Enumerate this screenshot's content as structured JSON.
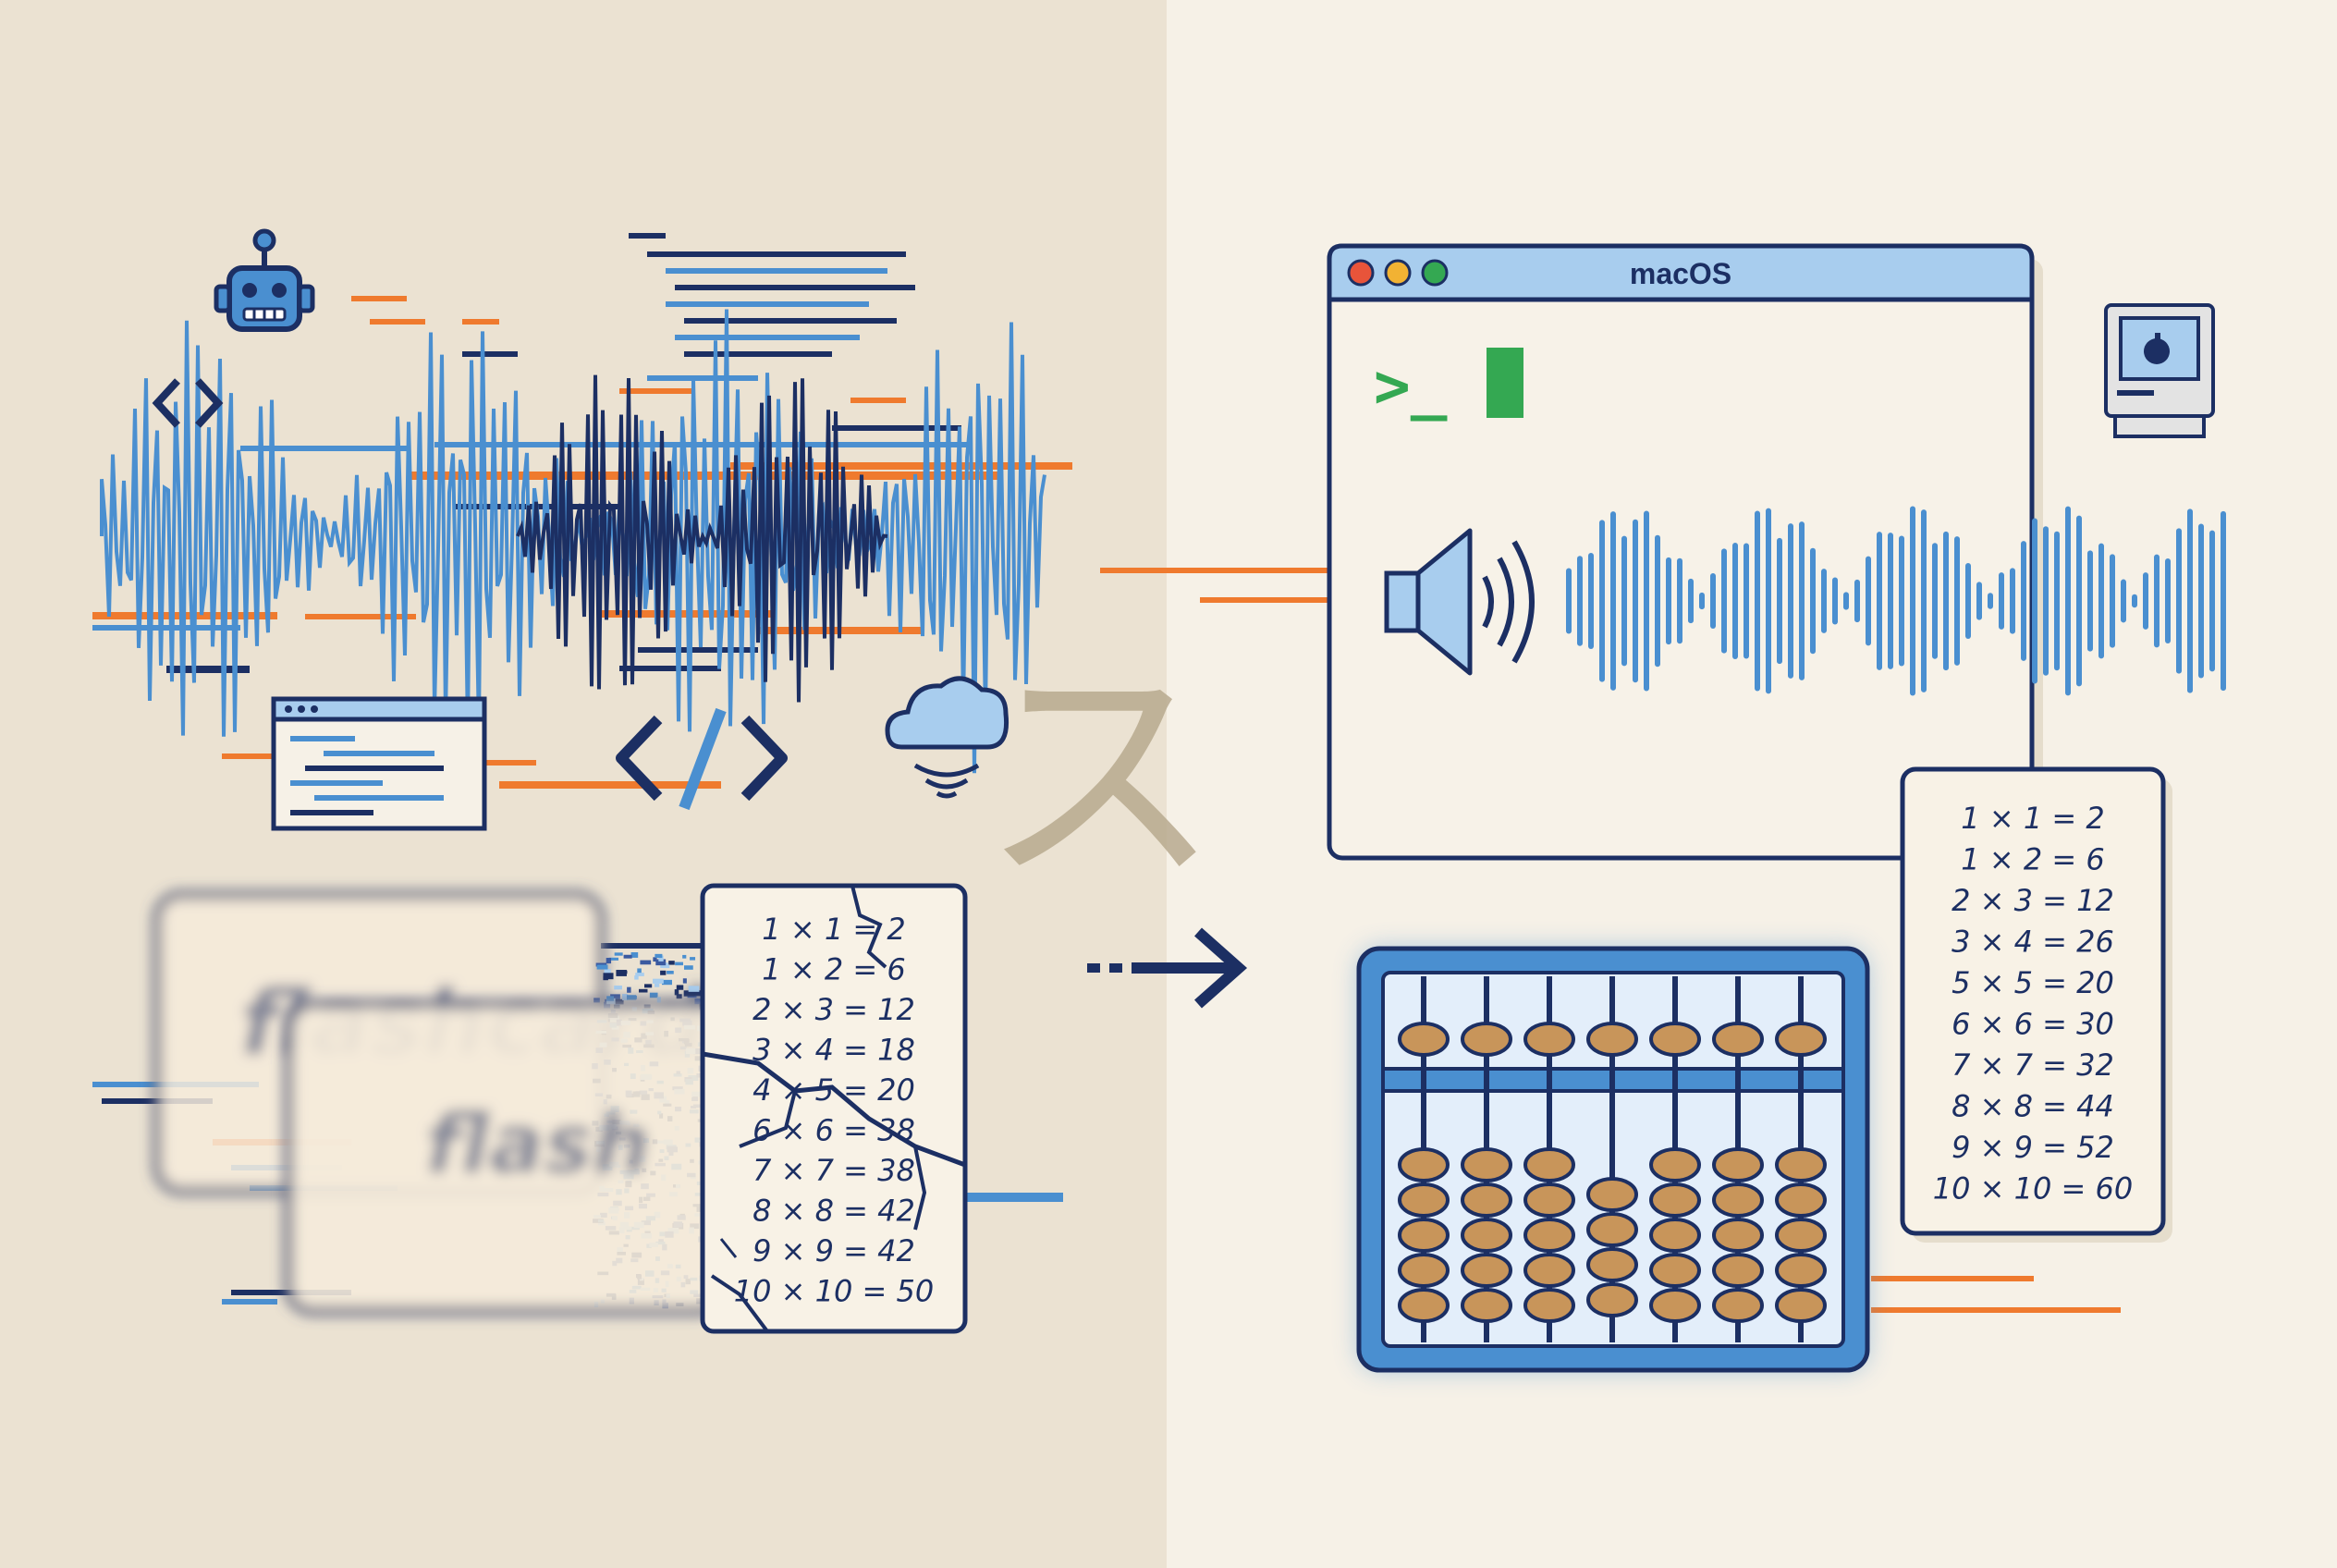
{
  "window": {
    "title": "macOS",
    "prompt": ">_",
    "traffic_lights": [
      "#e8543a",
      "#f2b233",
      "#34a852"
    ]
  },
  "icons": [
    "robot-icon",
    "code-brackets-icon",
    "code-slash-icon",
    "cloud-icon",
    "browser-window-icon",
    "speaker-icon",
    "retro-mac-icon",
    "abacus-icon",
    "arrow-right-icon"
  ],
  "kana": "ス",
  "flashcards": {
    "back_label": "flashcard",
    "front_label": "flash"
  },
  "cracked_table": {
    "rows": [
      "1 × 1 = 2",
      "1 × 2 = 6",
      "2 × 3 = 12",
      "3 × 4 = 18",
      "4 × 5 = 20",
      "6 × 6 = 38",
      "7 × 7 = 38",
      "8 × 8 = 42",
      "9 × 9 = 42",
      "10 × 10 = 50"
    ]
  },
  "right_table": {
    "rows": [
      "1 × 1 = 2",
      "1 × 2 = 6",
      "2 × 3 = 12",
      "3 × 4 = 26",
      "5 × 5 = 20",
      "6 × 6 = 30",
      "7 × 7 = 32",
      "8 × 8 = 44",
      "9 × 9 = 52",
      "10 × 10 = 60"
    ]
  },
  "colors": {
    "left_bg": "#ebe2d2",
    "right_bg": "#f6f1e7",
    "navy": "#1c2f63",
    "blue": "#4a8fd0",
    "light_blue": "#a8cdee",
    "orange": "#ef7a2e",
    "green": "#34a852",
    "bead": "#c8955a"
  }
}
